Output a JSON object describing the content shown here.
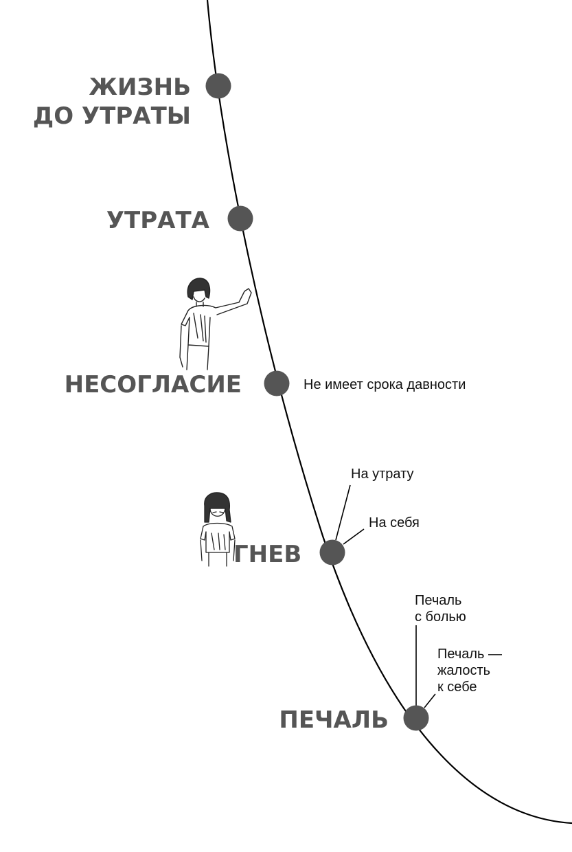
{
  "diagram": {
    "colors": {
      "curve": "#000000",
      "node": "#555555",
      "label": "#555555",
      "note": "#111111"
    },
    "stages": [
      {
        "id": "life-before-loss",
        "lines": [
          "ЖИЗНЬ",
          "ДО УТРАТЫ"
        ]
      },
      {
        "id": "loss",
        "lines": [
          "УТРАТА"
        ]
      },
      {
        "id": "denial",
        "lines": [
          "НЕСОГЛАСИЕ"
        ],
        "notes": [
          "Не имеет срока давности"
        ],
        "illustration": "girl-raising-hand-to-stop-icon"
      },
      {
        "id": "anger",
        "lines": [
          "ГНЕВ"
        ],
        "notes": [
          "На утрату",
          "На себя"
        ],
        "illustration": "frowning-girl-icon"
      },
      {
        "id": "sadness",
        "lines": [
          "ПЕЧАЛЬ"
        ],
        "notes": [
          [
            "Печаль",
            "с болью"
          ],
          [
            "Печаль —",
            "жалость",
            "к себе"
          ]
        ]
      }
    ]
  }
}
